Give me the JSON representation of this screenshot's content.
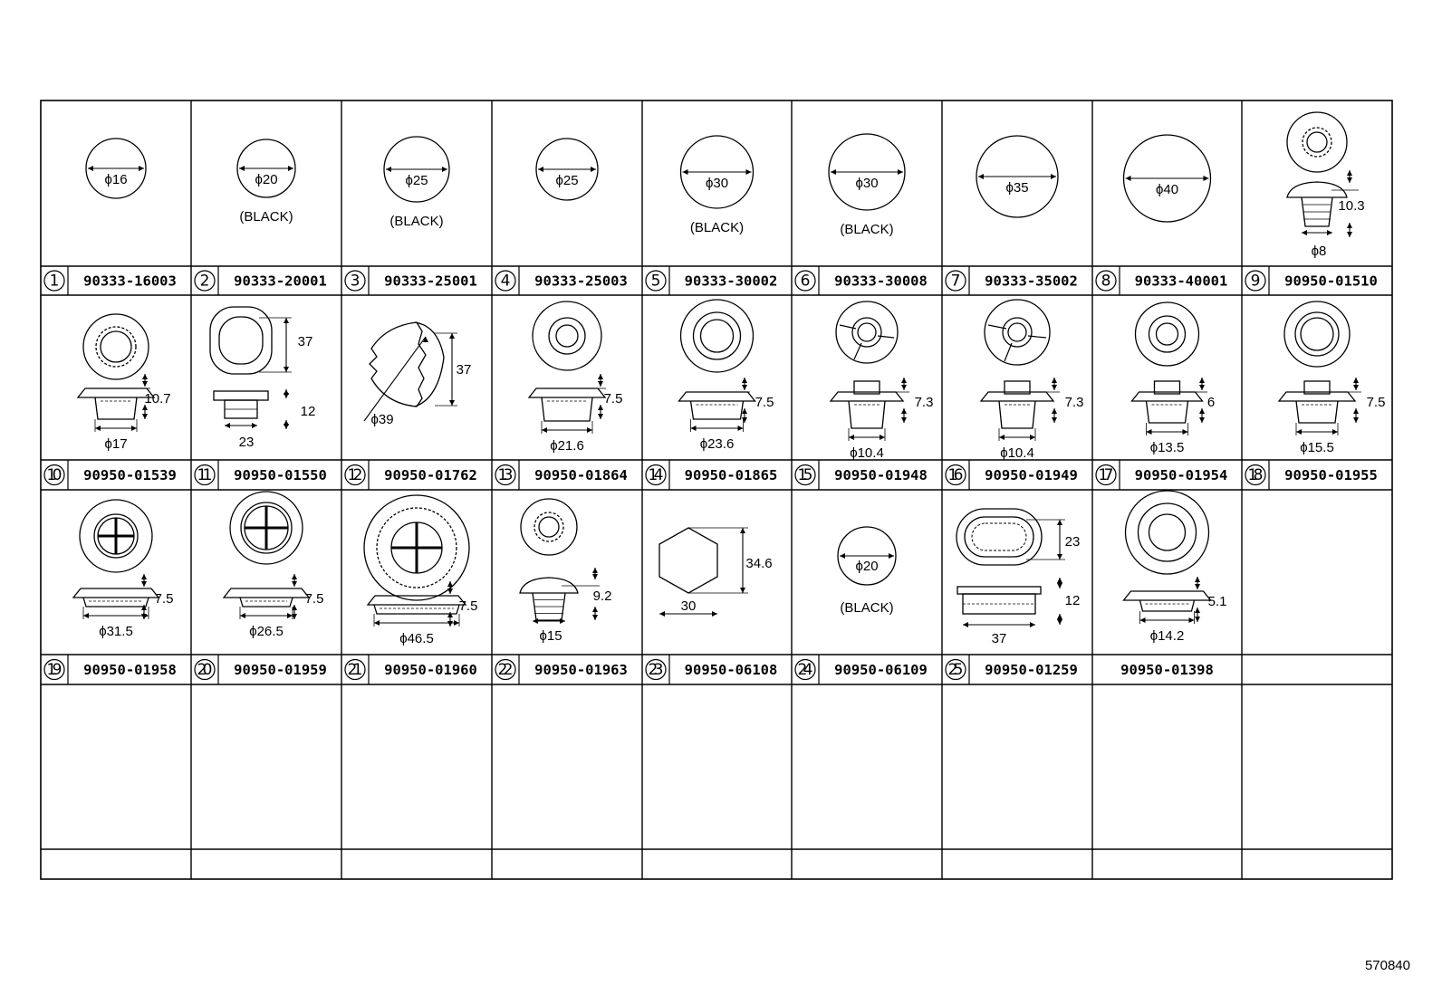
{
  "sheet_code": "570840",
  "color_note": "(BLACK)",
  "items": [
    {
      "num": "1",
      "part": "90333-16003",
      "dims": [
        "ϕ16"
      ],
      "black": false
    },
    {
      "num": "2",
      "part": "90333-20001",
      "dims": [
        "ϕ20"
      ],
      "black": true
    },
    {
      "num": "3",
      "part": "90333-25001",
      "dims": [
        "ϕ25"
      ],
      "black": true
    },
    {
      "num": "4",
      "part": "90333-25003",
      "dims": [
        "ϕ25"
      ],
      "black": false
    },
    {
      "num": "5",
      "part": "90333-30002",
      "dims": [
        "ϕ30"
      ],
      "black": true
    },
    {
      "num": "6",
      "part": "90333-30008",
      "dims": [
        "ϕ30"
      ],
      "black": true
    },
    {
      "num": "7",
      "part": "90333-35002",
      "dims": [
        "ϕ35"
      ],
      "black": false
    },
    {
      "num": "8",
      "part": "90333-40001",
      "dims": [
        "ϕ40"
      ],
      "black": false
    },
    {
      "num": "9",
      "part": "90950-01510",
      "dims": [
        "10.3",
        "ϕ8"
      ]
    },
    {
      "num": "10",
      "part": "90950-01539",
      "dims": [
        "10.7",
        "ϕ17"
      ]
    },
    {
      "num": "11",
      "part": "90950-01550",
      "dims": [
        "37",
        "12",
        "23"
      ]
    },
    {
      "num": "12",
      "part": "90950-01762",
      "dims": [
        "37",
        "ϕ39"
      ]
    },
    {
      "num": "13",
      "part": "90950-01864",
      "dims": [
        "7.5",
        "ϕ21.6"
      ]
    },
    {
      "num": "14",
      "part": "90950-01865",
      "dims": [
        "7.5",
        "ϕ23.6"
      ]
    },
    {
      "num": "15",
      "part": "90950-01948",
      "dims": [
        "7.3",
        "ϕ10.4"
      ]
    },
    {
      "num": "16",
      "part": "90950-01949",
      "dims": [
        "7.3",
        "ϕ10.4"
      ]
    },
    {
      "num": "17",
      "part": "90950-01954",
      "dims": [
        "6",
        "ϕ13.5"
      ]
    },
    {
      "num": "18",
      "part": "90950-01955",
      "dims": [
        "7.5",
        "ϕ15.5"
      ]
    },
    {
      "num": "19",
      "part": "90950-01958",
      "dims": [
        "7.5",
        "ϕ31.5"
      ]
    },
    {
      "num": "20",
      "part": "90950-01959",
      "dims": [
        "7.5",
        "ϕ26.5"
      ]
    },
    {
      "num": "21",
      "part": "90950-01960",
      "dims": [
        "7.5",
        "ϕ46.5"
      ]
    },
    {
      "num": "22",
      "part": "90950-01963",
      "dims": [
        "9.2",
        "ϕ15"
      ]
    },
    {
      "num": "23",
      "part": "90950-06108",
      "dims": [
        "34.6",
        "30"
      ]
    },
    {
      "num": "24",
      "part": "90950-06109",
      "dims": [
        "ϕ20"
      ],
      "black": true
    },
    {
      "num": "25",
      "part": "90950-01259",
      "dims": [
        "23",
        "12",
        "37"
      ]
    },
    {
      "num": "",
      "part": "90950-01398",
      "dims": [
        "5.1",
        "ϕ14.2"
      ]
    }
  ]
}
